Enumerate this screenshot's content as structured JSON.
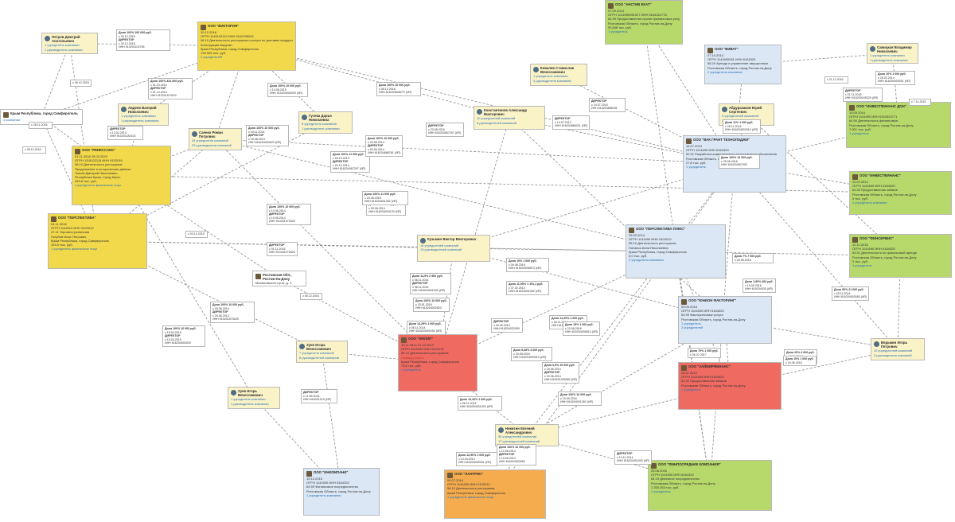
{
  "colors": {
    "company_active": "#f2d94b",
    "company_green": "#b7d86b",
    "company_liquidated": "#ef6b62",
    "company_blue": "#dbe7f4",
    "company_orange": "#f4ac4f",
    "person": "#fbf3c8",
    "edge": "#8a8a8a"
  },
  "nodes": [
    {
      "id": "n1",
      "kind": "company",
      "color": "yellow",
      "name": "ООО \"ВИКТОРИЯ\"",
      "lines": [
        "30.12.2016",
        "ОГРН 1149102119 ИНН 9102035032",
        "56.10 Деятельность ресторанов и услуги по доставке продуктов питания",
        "Конструкция выручки",
        "Крым Республика, город Симферополь",
        "138 525 тыс. руб.",
        "2 учредителей"
      ]
    },
    {
      "id": "n2",
      "kind": "company",
      "color": "yellow",
      "name": "ООО \"РЕНЕССАНС\"",
      "lines": [
        "01.11.2016 29.03.2020",
        "ОГРН 1115102118 ИНН 9102016",
        "56.10 Деятельность ресторанов",
        "Продолжение и исторические данные",
        "Ткачев Дмитрий Николаевич",
        "Республика Крым, город Керчь",
        "345,8 тыс. руб.",
        "1 учредитель физическое лицо"
      ]
    },
    {
      "id": "n3",
      "kind": "company",
      "color": "yellow",
      "name": "ООО \"ПЕРСПЕКТИВА\"",
      "lines": [
        "04.11.2016",
        "ОГРН 1144910 ИНН 9102012",
        "47.11 Торговля розничная",
        "Голубев Илья Петрович",
        "Крым Республика, город Симферополь",
        "193,5 тыс. руб.",
        "1 учредитель физическое лицо"
      ]
    },
    {
      "id": "n4",
      "kind": "company",
      "color": "green",
      "name": "ООО \"АНСТИВ ЕКАТ\"",
      "lines": [
        "07.09.2014",
        "ОГРН 1141690051027 ИНН 6164321776",
        "64.99 Предоставление прочих финансовых услуг",
        "Ростовская Область, город Ростов-на-Дону",
        "93,848 тыс. руб.",
        "1 учредитель"
      ]
    },
    {
      "id": "n5",
      "kind": "company",
      "color": "blue",
      "name": "ООО \"ВИВАТ\"",
      "lines": [
        "07.10.2014",
        "ОГРН 1141690051 ИНН 6164320",
        "68.20 Аренда и управление имуществом",
        "Ростовская Область, город Ростов-на-Дону",
        "2 учредителя компании"
      ]
    },
    {
      "id": "n6",
      "kind": "company",
      "color": "green",
      "name": "ООО \"ИНВЕСТФИНАНС ДОН\"",
      "lines": [
        "10.09.2014",
        "ОГРН 1141690 ИНН 6164320771",
        "64.99 Деятельность финансовая",
        "Ростовская Область, город Ростов-на-Дону",
        "7 001 тыс. руб.",
        "1 учредитель"
      ]
    },
    {
      "id": "n7",
      "kind": "company",
      "color": "blue",
      "name": "ООО \"ВАК ГРАНТ ТЕХНОЛОДЖИ\"",
      "lines": [
        "16.07.2014",
        "ОГРН 1141690 ИНН 6164320",
        "62.01 Разработка компьютерного программного обеспечения",
        "Ростовская Область, город Ростов-на-Дону",
        "27,8 тыс. руб.",
        "1 учредитель"
      ]
    },
    {
      "id": "n8",
      "kind": "company",
      "color": "green",
      "name": "ООО \"ИНВЕСТФИНАНС\"",
      "lines": [
        "11.09.2014",
        "ОГРН 1141690 ИНН 6164320",
        "64.92 Предоставление займов",
        "Ростовская Область, город Ростов-на-Дону",
        "0 тыс. руб.",
        "1 учредитель компании"
      ]
    },
    {
      "id": "n9",
      "kind": "company",
      "color": "green",
      "name": "ООО \"ФИНСЕРВИС\"",
      "lines": [
        "11.10.2016",
        "ОГРН 1141690 ИНН 6164320",
        "64.91 Деятельность по финансовой аренде",
        "Ростовская Область, город Ростов-на-Дону",
        "0 тыс. руб.",
        "1 учредитель"
      ]
    },
    {
      "id": "n10",
      "kind": "company",
      "color": "blue",
      "name": "ООО \"ПЕРСПЕКТИВА ПЛЮС\"",
      "lines": [
        "26.02.2014",
        "ОГРН 1141690 ИНН 9102012",
        "56.10 Деятельность ресторанов",
        "Наталья Анна Николаевна",
        "Крым Республика, город Симферополь",
        "0,0 тыс. руб.",
        "2 учредителя компании"
      ]
    },
    {
      "id": "n11",
      "kind": "company",
      "color": "blue",
      "name": "ООО \"ЮНИОН ФАКТОРИНГ\"",
      "lines": [
        "03.09.2015",
        "ОГРН 1141690 ИНН 6164320",
        "64.99 Факторинговые услуги",
        "Ростовская Область, город Ростов-на-Дону",
        "1 учредитель",
        "2 учредителей"
      ]
    },
    {
      "id": "n12",
      "kind": "company",
      "color": "red",
      "name": "ООО \"ФИЛИП\"",
      "lines": [
        "16.11.2014 21.10.2019",
        "ОГРН 1141690 ИНН 9102012",
        "56.10 Деятельность ресторанов",
        "Ликвидировано",
        "Крым Республика, город Симферополь",
        "73,6 тыс. руб.",
        "1 учредитель"
      ]
    },
    {
      "id": "n13",
      "kind": "company",
      "color": "red",
      "name": "ООО \"ЗАЙМИРФИНАНС\"",
      "lines": [
        "26.11.2014",
        "ОГРН 1141690 ИНН 6164320",
        "64.92 Предоставление займов",
        "Ростовская Область, город Ростов-на-Дону",
        "1 учредитель"
      ]
    },
    {
      "id": "n14",
      "kind": "company",
      "color": "blue",
      "name": "ООО \"ИНКОМПАНИ\"",
      "lines": [
        "15.10.2016",
        "ОГРН 1141690 ИНН 6164320",
        "64.99 Финансовое посредничество",
        "Ростовская Область, город Ростов-на-Дону",
        "1 учредитель компании"
      ]
    },
    {
      "id": "n15",
      "kind": "company",
      "color": "orange",
      "name": "ООО \"ЛАНТРИС\"",
      "lines": [
        "09.07.2014",
        "ОГРН 1141690 ИНН 9102012",
        "56.10 Деятельность ресторанов",
        "Крым Республика, город Симферополь",
        "1 учредитель физическое лицо"
      ]
    },
    {
      "id": "n16",
      "kind": "company",
      "color": "green",
      "name": "ООО \"ФИНПОСРЕДНИК КОМПАНИЯ\"",
      "lines": [
        "26.06.2016",
        "ОГРН 1141690 ИНН 6164320",
        "64.19 Денежное посредничество",
        "Ростовская Область, город Ростов-на-Дону",
        "1 253 263 тыс. руб.",
        "1 учредитель"
      ]
    },
    {
      "id": "p1",
      "kind": "person",
      "color": "pale",
      "name": "Петров Дмитрий Анатольевич",
      "lines": [
        "1 учредитель компании",
        "1 руководитель компании"
      ]
    },
    {
      "id": "p2",
      "kind": "person",
      "color": "pale",
      "name": "Авдеев Валерий Николаевич",
      "lines": [
        "1 учредитель компании",
        "1 руководитель компании"
      ]
    },
    {
      "id": "p3",
      "kind": "person",
      "color": "pale",
      "name": "Саенко Роман Петрович",
      "lines": [
        "34 учредителя компаний",
        "23 руководителя компаний"
      ]
    },
    {
      "id": "p4",
      "kind": "person",
      "color": "pale",
      "name": "Гусева Дарья Николаевна",
      "lines": [
        "8 учредителя компаний",
        "1 руководитель компании"
      ]
    },
    {
      "id": "p5",
      "kind": "person",
      "color": "pale",
      "name": "Константинов Александр Викторович",
      "lines": [
        "10 учредителей компаний",
        "8 руководителей компаний"
      ]
    },
    {
      "id": "p6",
      "kind": "person",
      "color": "pale",
      "name": "Ковалев Станислав Вячеславович",
      "lines": [
        "1 учредитель компании",
        "3 руководителя компаний"
      ]
    },
    {
      "id": "p7",
      "kind": "person",
      "color": "pale",
      "name": "Абдуразаков Юрий Сергеевич",
      "lines": [
        "3 учредителей компаний",
        "2 руководителя компаний"
      ]
    },
    {
      "id": "p8",
      "kind": "person",
      "color": "pale",
      "name": "Савицкая Владимир Николаевич",
      "lines": [
        "1 учредитель компании",
        "1 руководитель компании"
      ]
    },
    {
      "id": "p9",
      "kind": "person",
      "color": "pale",
      "name": "Кузьмин Виктор Викторович",
      "lines": [
        "16 учредителей компаний",
        "13 руководителей компаний"
      ]
    },
    {
      "id": "p10",
      "kind": "person",
      "color": "pale",
      "name": "Зуев Игорь Вячеславович",
      "lines": [
        "7 учредителя компаний",
        "8 руководителей компаний"
      ]
    },
    {
      "id": "p11",
      "kind": "person",
      "color": "pale",
      "name": "Зуев Игорь Вячеславович",
      "lines": [
        "1 учредитель компании",
        "1 руководитель компании"
      ]
    },
    {
      "id": "p12",
      "kind": "person",
      "color": "pale",
      "name": "Никитин Евгений Александрович",
      "lines": [
        "56 учредителей компаний",
        "17 руководителей компаний"
      ]
    },
    {
      "id": "p13",
      "kind": "person",
      "color": "pale",
      "name": "Ведьмин Игорь Петрович",
      "lines": [
        "32 учредителей компаний",
        "3 руководителя компаний"
      ]
    },
    {
      "id": "a1",
      "kind": "address",
      "color": "white",
      "name": "Крым Республика, город Симферополь",
      "lines": [
        "4 компании"
      ]
    },
    {
      "id": "a2",
      "kind": "address",
      "color": "white",
      "name": "Ростовская Обл., Ростов-На-Дону",
      "lines": [
        "Малиновского пр-кт, д. 3",
        "4 компании"
      ]
    }
  ],
  "tags": [
    {
      "id": "t1",
      "lines": [
        "Доля 100% 100 000 руб.",
        "с 30.12.2016",
        "ДИРЕКТОР",
        "с 30.12.2016",
        "ИНН 910201102796"
      ]
    },
    {
      "id": "t2",
      "lines": [
        "ДИРЕКТОР",
        "с 13.02.2014",
        "ИНН 910201182102"
      ]
    },
    {
      "id": "t3",
      "lines": [
        "Доля 100% 324 000 руб.",
        "с 01.10.2014",
        "ДИРЕКТОР",
        "с 01.10.2014",
        "ИНН 910201573022"
      ]
    },
    {
      "id": "t4",
      "lines": [
        "Доля 100% 10 000 руб.",
        "с 14.08.2015",
        "ИНН 910204003029 (ИП)"
      ]
    },
    {
      "id": "t5",
      "lines": [
        "Доля 100% 10 000 руб.",
        "с 06.12.2016",
        "ИНН 616203608279 (ИП)"
      ]
    },
    {
      "id": "t6",
      "lines": [
        "ДИРЕКТОР",
        "с 14.07.2014",
        "ИНН 616204886201 (ИП)"
      ]
    },
    {
      "id": "t7",
      "lines": [
        "ДИРЕКТОР",
        "с 23.08.2016",
        "ИНН 616204067257 (ИП)"
      ]
    },
    {
      "id": "t8",
      "lines": [
        "Доля 100% 10 000 руб.",
        "с 04.11.2014",
        "ДИРЕКТОР",
        "с 23.08.2014",
        "ИНН 616204003029 (ИП)"
      ]
    },
    {
      "id": "t9",
      "lines": [
        "Доля 100% 11 000 руб.",
        "с 29.10.2014",
        "ДИРЕКТОР",
        "с 24.12.2014",
        "ИНН 616204067257 (ИП)"
      ]
    },
    {
      "id": "t10",
      "lines": [
        "Доля 100% 10 000 руб.",
        "с 29.06.2014",
        "ДИРЕКТОР",
        "с 29.06.2014",
        "ИНН 616204888781 (ИП)"
      ]
    },
    {
      "id": "t11",
      "lines": [
        "Доля 12% 8 000 руб.",
        "с 09.06.2014",
        "ИНН 616204004130 (ИП)"
      ]
    },
    {
      "id": "t12",
      "lines": [
        "Доля 14,9% 2 500 руб.",
        "с 08.11.2014",
        "ДИРЕКТОР",
        "с 08.11.2014",
        "ИНН 616204001005 (ИП)"
      ]
    },
    {
      "id": "t13",
      "lines": [
        "Доля 11,90% 1 191,1 руб.",
        "с 07.02.2014",
        "ИНН 616204001052 (ИП)"
      ]
    },
    {
      "id": "t14",
      "lines": [
        "Доля 10% 1 000 руб.",
        "с 09.08.2016",
        "ИНН 616204008913 (ИП)"
      ]
    },
    {
      "id": "t15",
      "lines": [
        "Доля 5,68% 4 000 руб.",
        "с 23.08.2016",
        "ИНН 616204003010 (ИП)"
      ]
    },
    {
      "id": "t16",
      "lines": [
        "Доля 100% 10 000 руб.",
        "с 10.06.2014",
        "ДИРЕКТОР",
        "с 10.06.2014",
        "ИНН 910201573029"
      ]
    },
    {
      "id": "t17",
      "lines": [
        "ДИРЕКТОР",
        "с 01.11.2016",
        "ИНН 910201072623"
      ]
    },
    {
      "id": "t18",
      "lines": [
        "Доля 100% 10 000 руб.",
        "с 25.06.2014",
        "ДИРЕКТОР",
        "с 25.06.2014",
        "ИНН 910201573029"
      ]
    },
    {
      "id": "t19",
      "lines": [
        "Доля 14,29% 1 000 руб.",
        "с 06.11.2014",
        "ИНН 616204001052 (ИП)"
      ]
    },
    {
      "id": "t20",
      "lines": [
        "Доля 100% 10 000 руб.",
        "с 15.04.2015",
        "ДИРЕКТОР",
        "с 15.04.2015",
        "ИНН 616204003029"
      ]
    },
    {
      "id": "t21",
      "lines": [
        "Доля 7% 7 000 руб.",
        "с 05.06.2016"
      ]
    },
    {
      "id": "t22",
      "lines": [
        "Доля 14,29% 1 000 руб.",
        "с 26.11.2014",
        "ИНН 616204001002 (ИП)"
      ]
    },
    {
      "id": "t23",
      "lines": [
        "Доля 15% 1 000 руб.",
        "с 23.08.2016",
        "ИНН 616204008913 (ИП)"
      ]
    },
    {
      "id": "t24",
      "lines": [
        "Доля 100% 10 000 руб.",
        "с 23.01.2016",
        "ИНН 616204002823"
      ]
    },
    {
      "id": "t25",
      "lines": [
        "ДИРЕКТОР",
        "с 09.09.2014",
        "ИНН 616204032059"
      ]
    },
    {
      "id": "t26",
      "lines": [
        "Доля 79% 1 000 руб.",
        "с 06.07.2017"
      ]
    },
    {
      "id": "t27",
      "lines": [
        "ДИРЕКТОР",
        "с 11.06.2014",
        "ИНН 616201019 (ИП)"
      ]
    },
    {
      "id": "t28",
      "lines": [
        "Доля 13,33% 1 000 руб.",
        "с 06.11.2014",
        "ИНН 616204001002 (ИП)"
      ]
    },
    {
      "id": "t29",
      "lines": [
        "Доля 0,5% 10 000 руб.",
        "с 20.06.2014",
        "ДИРЕКТОР",
        "с 20.06.2014",
        "ИНН 616201005383 (ИП)"
      ]
    },
    {
      "id": "t30",
      "lines": [
        "Доля 100% 10 000 руб.",
        "с 19.09.2016",
        "ИНН 616204001052 (ИП)"
      ]
    },
    {
      "id": "t31",
      "lines": [
        "Доля 12,90% 1 000 руб.",
        "с 13.04.2014",
        "ИНН 616204000001 (ИП)"
      ]
    },
    {
      "id": "t32",
      "lines": [
        "Доля 100% 10 000 руб.",
        "с 10.06.2014",
        "ДИРЕКТОР",
        "с 10.06.2014",
        "ИНН 616204003083"
      ]
    },
    {
      "id": "t33",
      "lines": [
        "с 06.12.2016"
      ]
    },
    {
      "id": "t34",
      "lines": [
        "с 28.11.2016"
      ]
    },
    {
      "id": "t35",
      "lines": [
        "с 28.11.2016"
      ]
    },
    {
      "id": "t36",
      "lines": [
        "с 03.12.2015"
      ]
    },
    {
      "id": "t37",
      "lines": [
        "с 05.12.2016"
      ]
    },
    {
      "id": "t38",
      "lines": [
        "с 21.11.2016"
      ]
    },
    {
      "id": "t39",
      "lines": [
        "с 7.11.2015"
      ]
    },
    {
      "id": "t40",
      "lines": [
        "ДИРЕКТОР",
        "с 24.07.2015",
        "ИНН 616204888781"
      ]
    },
    {
      "id": "t41",
      "lines": [
        "Доля 10% 1 000 руб.",
        "с 26.02.2014",
        "ИНН 616204000001 (ИП)"
      ]
    },
    {
      "id": "t42",
      "lines": [
        "Доля 11% 1 000 руб.",
        "с 26.11.2014",
        "ИНН 616204002910 (ИП)"
      ]
    },
    {
      "id": "t43",
      "lines": [
        "Доля 20% 4 000 руб.",
        "с 13.11.2016",
        "ИНН 616204001002"
      ]
    },
    {
      "id": "t44",
      "lines": [
        "Доля 50% 21 000 руб.",
        "с 25.11.2014",
        "ИНН 616204003083 (ИП)"
      ]
    },
    {
      "id": "t45",
      "lines": [
        "Доля 100% 10 000 руб.",
        "с 25.06.2016",
        "ИНН 616204057003"
      ]
    },
    {
      "id": "t46",
      "lines": [
        "ДИРЕКТОР",
        "с 21.11.2015",
        "ИНН 616200049229 (ИП)"
      ]
    },
    {
      "id": "t47",
      "lines": [
        "Доля 1,80% 400 руб.",
        "с 19.09.2016",
        "ИНН 616204035 (ИП)"
      ]
    },
    {
      "id": "t48",
      "lines": [
        "ДИРЕКТОР",
        "с 13.11.2014",
        "ИНН 616204001002 (ИП)"
      ]
    },
    {
      "id": "t49",
      "lines": [
        "Доля 10% 1 000 руб.",
        "с 16.06.2016"
      ]
    },
    {
      "id": "t50",
      "lines": [
        "Доля 100% 11 000 руб.",
        "с 23.06.2016",
        "ИНН 616204001052 (ИП)"
      ]
    }
  ]
}
